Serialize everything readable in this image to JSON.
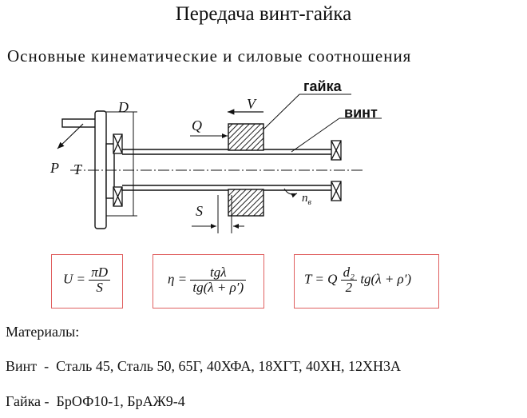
{
  "title": "Передача винт-гайка",
  "subtitle": "Основные кинематические и силовые соотношения",
  "diagram": {
    "labels": {
      "nut": "гайка",
      "screw": "винт",
      "D": "D",
      "V": "V",
      "Q": "Q",
      "P": "P",
      "T": "T",
      "S": "S",
      "n": "n",
      "n_sub": "в"
    }
  },
  "formulas": {
    "f1": {
      "lhs": "U =",
      "num": "πD",
      "den": "S"
    },
    "f2": {
      "lhs": "η =",
      "num": "tgλ",
      "den": "tg(λ + ρ′)"
    },
    "f3": {
      "lhs": "T = Q",
      "num": "d₂",
      "den": "2",
      "rhs": "tg(λ + ρ′)"
    }
  },
  "materials": {
    "heading": "Материалы:",
    "screw_line": "Винт  -  Сталь 45, Сталь 50, 65Г, 40ХФА, 18ХГТ, 40ХН, 12ХН3А",
    "nut_line": "Гайка -  БрОФ10-1, БрАЖ9-4"
  },
  "colors": {
    "formula_border": "#e06060",
    "ink": "#111111"
  }
}
